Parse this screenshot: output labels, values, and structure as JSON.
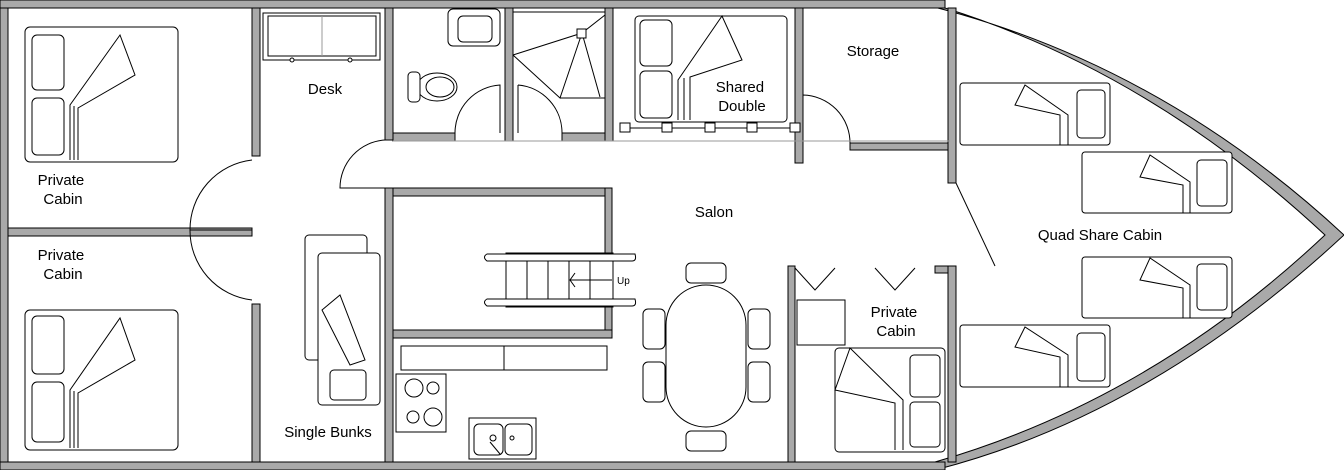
{
  "title": "Boat deck floor plan",
  "rooms": {
    "private_cabin_top": {
      "line1": "Private",
      "line2": "Cabin"
    },
    "private_cabin_bottom": {
      "line1": "Private",
      "line2": "Cabin"
    },
    "desk": "Desk",
    "shared_double": {
      "line1": "Shared",
      "line2": "Double"
    },
    "storage": "Storage",
    "salon": "Salon",
    "quad_share": "Quad Share Cabin",
    "single_bunks": "Single Bunks",
    "private_cabin_right": {
      "line1": "Private",
      "line2": "Cabin"
    }
  },
  "stairs": {
    "direction_label": "Up"
  },
  "colors": {
    "wall": "#a9a9a9",
    "line": "#000000"
  }
}
